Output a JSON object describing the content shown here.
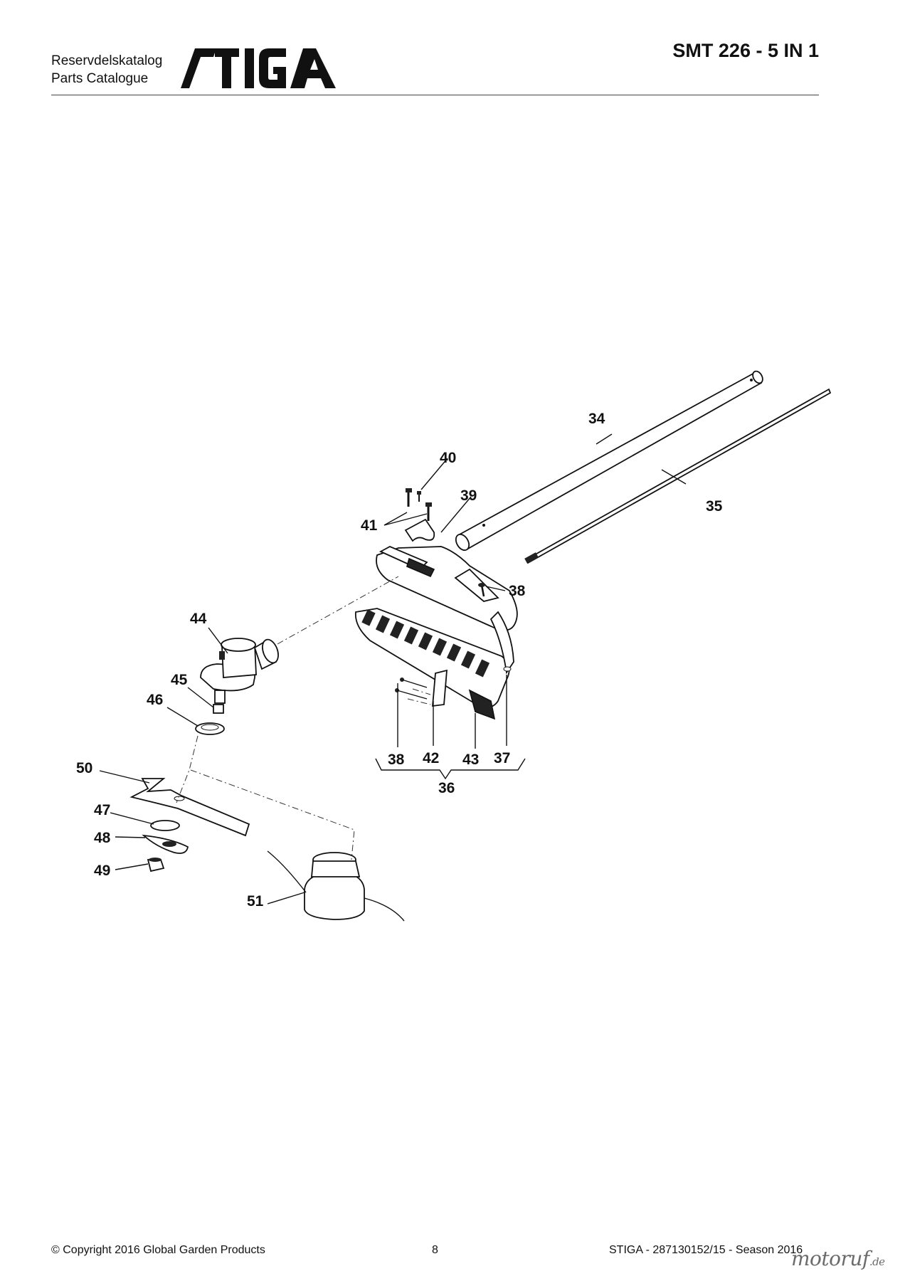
{
  "header": {
    "catalog_label_sv": "Reservdelskatalog",
    "catalog_label_en": "Parts Catalogue",
    "brand_logo_text": "STIGA",
    "model_title": "SMT 226 - 5 IN 1"
  },
  "diagram": {
    "callouts": {
      "p34": "34",
      "p35": "35",
      "p36": "36",
      "p37": "37",
      "p38a": "38",
      "p38b": "38",
      "p39": "39",
      "p40": "40",
      "p41": "41",
      "p42": "42",
      "p43": "43",
      "p44": "44",
      "p45": "45",
      "p46": "46",
      "p47": "47",
      "p48": "48",
      "p49": "49",
      "p50": "50",
      "p51": "51"
    }
  },
  "footer": {
    "copyright": "© Copyright 2016 Global Garden Products",
    "page_number": "8",
    "catalog_ref": "STIGA - 287130152/15 - Season 2016"
  },
  "watermark": {
    "text": "motoruf",
    "suffix": ".de"
  },
  "colors": {
    "ink": "#111111",
    "watermark": "#6b6b6b"
  }
}
